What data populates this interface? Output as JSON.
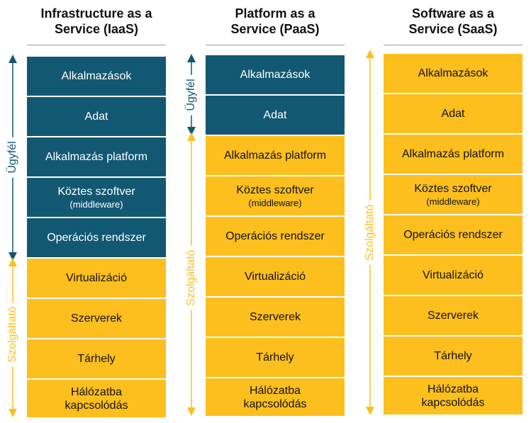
{
  "columns": [
    {
      "title_line1": "Infrastructure as a",
      "title_line2": "Service (IaaS)",
      "blocks": [
        {
          "label": "Alkalmazások",
          "owner": "customer"
        },
        {
          "label": "Adat",
          "owner": "customer"
        },
        {
          "label": "Alkalmazás platform",
          "owner": "customer"
        },
        {
          "label": "Köztes szoftver",
          "sub": "(middleware)",
          "owner": "customer"
        },
        {
          "label": "Operációs rendszer",
          "owner": "customer"
        },
        {
          "label": "Virtualizáció",
          "owner": "provider"
        },
        {
          "label": "Szerverek",
          "owner": "provider"
        },
        {
          "label": "Tárhely",
          "owner": "provider"
        },
        {
          "label": "Hálózatba",
          "label2": "kapcsolódás",
          "owner": "provider"
        }
      ]
    },
    {
      "title_line1": "Platform as a",
      "title_line2": "Service (PaaS)",
      "blocks": [
        {
          "label": "Alkalmazások",
          "owner": "customer"
        },
        {
          "label": "Adat",
          "owner": "customer"
        },
        {
          "label": "Alkalmazás platform",
          "owner": "provider"
        },
        {
          "label": "Köztes szoftver",
          "sub": "(middleware)",
          "owner": "provider"
        },
        {
          "label": "Operációs rendszer",
          "owner": "provider"
        },
        {
          "label": "Virtualizáció",
          "owner": "provider"
        },
        {
          "label": "Szerverek",
          "owner": "provider"
        },
        {
          "label": "Tárhely",
          "owner": "provider"
        },
        {
          "label": "Hálózatba",
          "label2": "kapcsolódás",
          "owner": "provider"
        }
      ]
    },
    {
      "title_line1": "Software as a",
      "title_line2": "Service (SaaS)",
      "blocks": [
        {
          "label": "Alkalmazások",
          "owner": "provider"
        },
        {
          "label": "Adat",
          "owner": "provider"
        },
        {
          "label": "Alkalmazás platform",
          "owner": "provider"
        },
        {
          "label": "Köztes szoftver",
          "sub": "(middleware)",
          "owner": "provider"
        },
        {
          "label": "Operációs rendszer",
          "owner": "provider"
        },
        {
          "label": "Virtualizáció",
          "owner": "provider"
        },
        {
          "label": "Szerverek",
          "owner": "provider"
        },
        {
          "label": "Tárhely",
          "owner": "provider"
        },
        {
          "label": "Hálózatba",
          "label2": "kapcsolódás",
          "owner": "provider"
        }
      ]
    }
  ],
  "labels": {
    "customer": "Ügyfél",
    "provider": "Szolgáltató"
  },
  "colors": {
    "customer": "#135872",
    "provider": "#fcbf1e"
  }
}
